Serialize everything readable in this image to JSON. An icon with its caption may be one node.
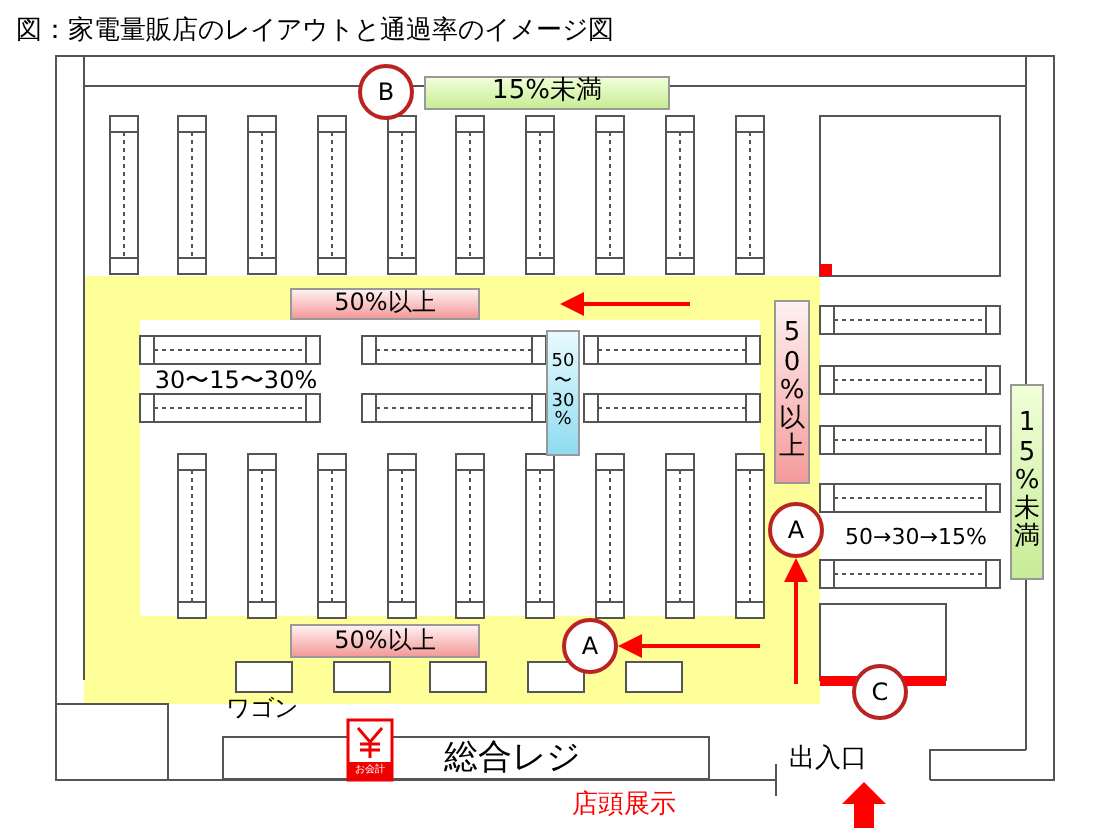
{
  "diagram": {
    "title": "図：家電量販店のレイアウトと通過率のイメージ図",
    "nodes": [
      {
        "text": [
          "B"
        ]
      },
      {
        "text": [
          "A"
        ]
      },
      {
        "text": [
          "A"
        ]
      },
      {
        "text": [
          "C"
        ]
      },
      {
        "text": [
          "総合レジ"
        ]
      }
    ],
    "edges": [
      {
        "from": null,
        "to": 1,
        "arrow": "to",
        "color": "#ff0000"
      },
      {
        "from": null,
        "to": 2,
        "arrow": "to",
        "color": "#ff0000"
      }
    ],
    "labels": [
      "15%未満",
      "50%以上",
      "30〜15〜30%",
      "50〜30%",
      "50%以上",
      "50→30→15%",
      "15%未満",
      "50%以上",
      "ワゴン",
      "お会計",
      "出入口",
      "店頭展示"
    ]
  }
}
